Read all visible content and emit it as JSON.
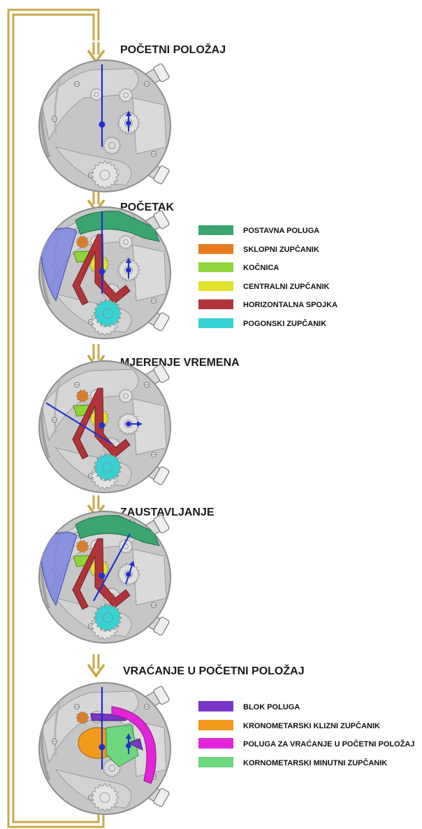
{
  "colors": {
    "frame": "#c9a84c",
    "hand": "#1f2fd0",
    "movement_base": "#c6c6c6"
  },
  "stages": [
    {
      "title": "POČETNI POLOŽAJ",
      "parts": []
    },
    {
      "title": "POČETAK",
      "parts": [
        "postavna_poluga",
        "sklopni",
        "kocnica",
        "centralni",
        "horizontalna",
        "pogonski",
        "blue_sector"
      ]
    },
    {
      "title": "MJERENJE VREMENA",
      "parts": [
        "sklopni",
        "kocnica",
        "centralni",
        "horizontalna",
        "pogonski"
      ]
    },
    {
      "title": "ZAUSTAVLJANJE",
      "parts": [
        "postavna_poluga",
        "sklopni",
        "kocnica",
        "centralni",
        "horizontalna",
        "pogonski",
        "blue_sector"
      ]
    },
    {
      "title": "VRAĆANJE U POČETNI POLOŽAJ",
      "parts": [
        "sklopni",
        "blok",
        "kron_klizni",
        "vracanje",
        "kron_minutni"
      ]
    }
  ],
  "legend1": [
    {
      "label": "POSTAVNA POLUGA",
      "color": "#3aa56f"
    },
    {
      "label": "SKLOPNI ZUPČANIK",
      "color": "#e87a1c"
    },
    {
      "label": "KOČNICA",
      "color": "#8fd43a"
    },
    {
      "label": "CENTRALNI ZUPČANIK",
      "color": "#e3e22b"
    },
    {
      "label": "HORIZONTALNA SPOJKA",
      "color": "#b0343a"
    },
    {
      "label": "POGONSKI ZUPČANIK",
      "color": "#35d3d3"
    }
  ],
  "legend2": [
    {
      "label": "BLOK POLUGA",
      "color": "#7a35c9"
    },
    {
      "label": "KRONOMETARSKI KLIZNI ZUPČANIK",
      "color": "#f19a1c"
    },
    {
      "label": "POLUGA ZA VRAĆANJE U POČETNI POLOŽAJ",
      "color": "#e324d8"
    },
    {
      "label": "KORNOMETARSKI MINUTNI ZUPČANIK",
      "color": "#6ed67e"
    }
  ]
}
